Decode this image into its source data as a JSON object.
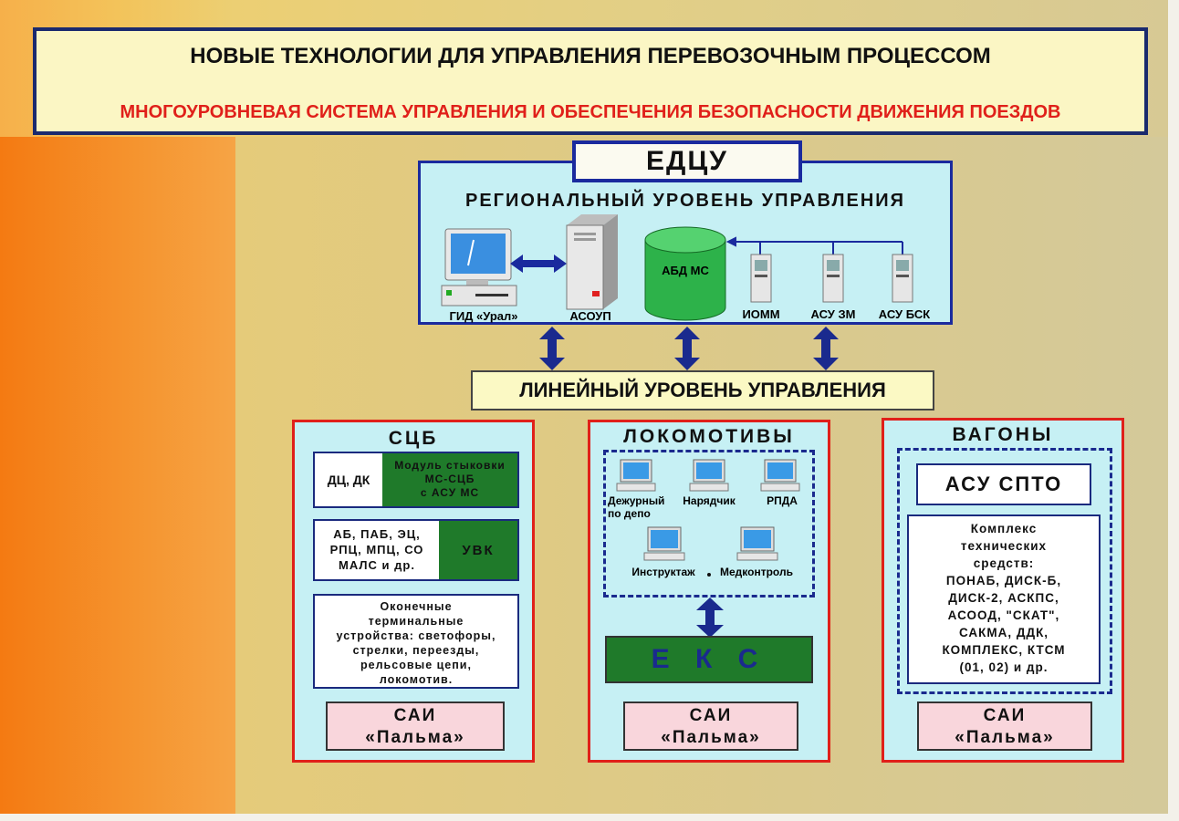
{
  "header": {
    "title": "НОВЫЕ ТЕХНОЛОГИИ ДЛЯ УПРАВЛЕНИЯ ПЕРЕВОЗОЧНЫМ ПРОЦЕССОМ",
    "subtitle": "МНОГОУРОВНЕВАЯ СИСТЕМА УПРАВЛЕНИЯ И ОБЕСПЕЧЕНИЯ БЕЗОПАСНОСТИ ДВИЖЕНИЯ ПОЕЗДОВ"
  },
  "regional": {
    "badge": "ЕДЦУ",
    "title": "РЕГИОНАЛЬНЫЙ УРОВЕНЬ УПРАВЛЕНИЯ",
    "nodes": {
      "gid": "ГИД «Урал»",
      "asoup": "АСОУП",
      "abd": "АБД МС",
      "iomm": "ИОММ",
      "asu3m": "АСУ ЗМ",
      "asubsk": "АСУ БСК"
    }
  },
  "linear": {
    "title": "ЛИНЕЙНЫЙ УРОВЕНЬ УПРАВЛЕНИЯ"
  },
  "scb": {
    "title": "СЦБ",
    "row1_left": "ДЦ, ДК",
    "row1_right": [
      "Модуль стыковки",
      "МС-СЦБ",
      "с АСУ МС"
    ],
    "row2_left": [
      "АБ, ПАБ, ЭЦ,",
      "РПЦ, МПЦ, СО",
      "МАЛС и др."
    ],
    "row2_right": "УВК",
    "terminal": [
      "Оконечные",
      "терминальные",
      "устройства: светофоры,",
      "стрелки, переезды,",
      "рельсовые цепи,",
      "локомотив."
    ],
    "sai": [
      "САИ",
      "«Пальма»"
    ]
  },
  "loco": {
    "title": "ЛОКОМОТИВЫ",
    "workstations": {
      "duty": [
        "Дежурный",
        "по депо"
      ],
      "dispatcher": "Нарядчик",
      "rpda": "РПДА",
      "briefing": "Инструктаж",
      "medical": "Медконтроль"
    },
    "eks": "Е К С",
    "sai": [
      "САИ",
      "«Пальма»"
    ]
  },
  "wagons": {
    "title": "ВАГОНЫ",
    "asu": "АСУ СПТО",
    "complex": [
      "Комплекс",
      "технических",
      "средств:",
      "ПОНАБ, ДИСК-Б,",
      "ДИСК-2, АСКПС,",
      "АСООД, \"СКАТ\",",
      "САКМА, ДДК,",
      "КОМПЛЕКС, КТСМ",
      "(01, 02) и др."
    ],
    "sai": [
      "САИ",
      "«Пальма»"
    ]
  },
  "colors": {
    "frame_blue": "#1a2a9e",
    "panel_red": "#e0201a",
    "green": "#1f7a2a",
    "panel_fill": "#c6f0f4",
    "sai_pink": "#f9d6dc"
  }
}
